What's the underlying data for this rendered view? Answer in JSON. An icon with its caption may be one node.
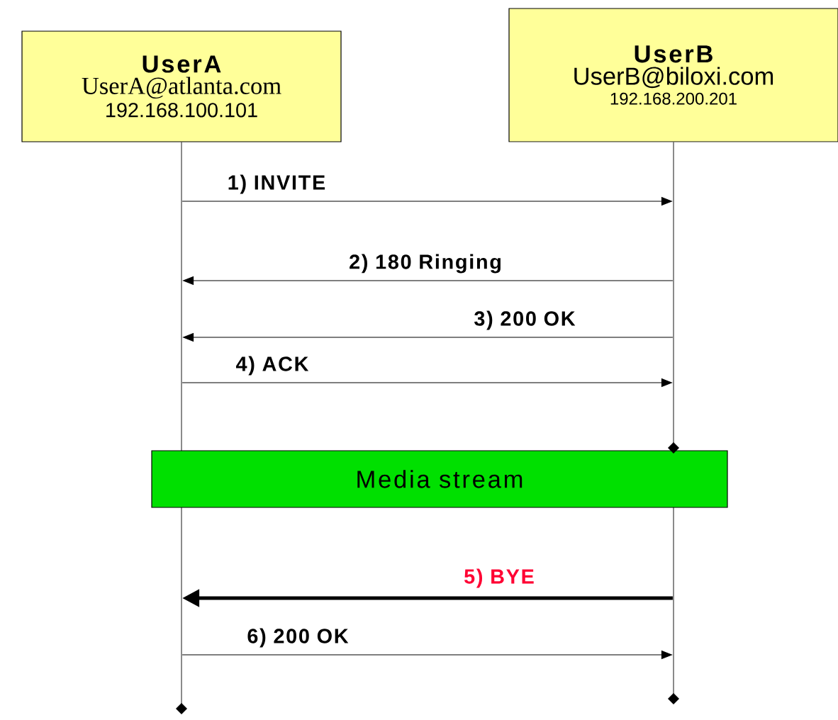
{
  "diagram": {
    "nodes": [
      {
        "text": [
          "UserA",
          "UserA@atlanta.com",
          "192.168.100.101"
        ]
      },
      {
        "text": [
          "UserB",
          "UserB@biloxi.com",
          "192.168.200.201"
        ]
      },
      {
        "text": [
          "Media stream"
        ]
      },
      {
        "text": [],
        "shape": "line"
      },
      {
        "text": [],
        "shape": "line"
      }
    ],
    "edges": [
      {
        "from": 3,
        "to": 4,
        "arrow": "to",
        "label": "1) INVITE"
      },
      {
        "from": 4,
        "to": 3,
        "arrow": "to",
        "label": "2) 180 Ringing"
      },
      {
        "from": 4,
        "to": 3,
        "arrow": "to",
        "label": "3) 200 OK"
      },
      {
        "from": 3,
        "to": 4,
        "arrow": "to",
        "label": "4) ACK"
      },
      {
        "from": 4,
        "to": 3,
        "arrow": "to",
        "label": "5) BYE",
        "style": "thick"
      },
      {
        "from": 3,
        "to": 4,
        "arrow": "to",
        "label": "6) 200 OK"
      }
    ]
  }
}
